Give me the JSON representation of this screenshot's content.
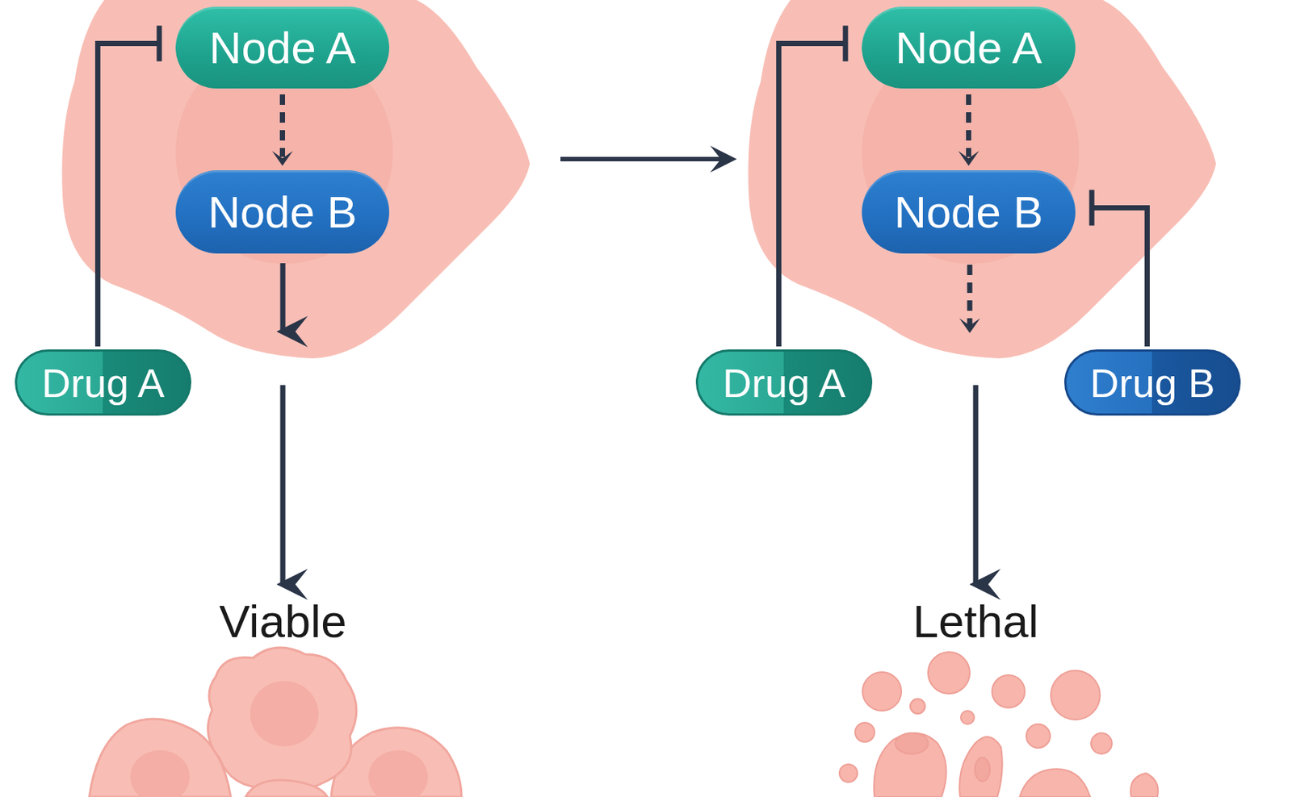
{
  "diagram": {
    "nodes": [
      {
        "text": [
          "Node A"
        ]
      },
      {
        "text": [
          "Node B"
        ]
      },
      {
        "text": [
          "Drug A"
        ]
      },
      {
        "text": [
          "Node A"
        ]
      },
      {
        "text": [
          "Node B"
        ]
      },
      {
        "text": [
          "Drug A"
        ]
      },
      {
        "text": [
          "Drug B"
        ]
      }
    ],
    "edges": [
      {
        "from": 0,
        "to": 1,
        "arrow": "to"
      },
      {
        "from": 2,
        "to": 0,
        "arrow": "to"
      },
      {
        "from": 3,
        "to": 4,
        "arrow": "to"
      },
      {
        "from": 5,
        "to": 3,
        "arrow": "to"
      },
      {
        "from": 6,
        "to": 4,
        "arrow": "to"
      }
    ],
    "labels": [
      "Viable",
      "Lethal"
    ]
  }
}
